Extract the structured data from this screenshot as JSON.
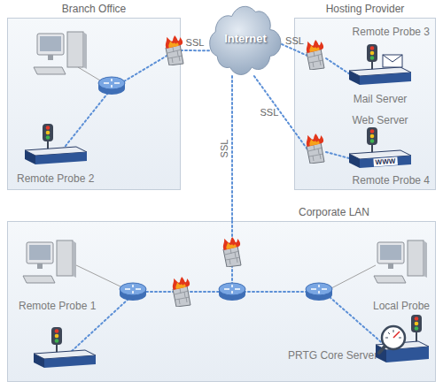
{
  "diagram": {
    "nodes": [
      {
        "text": [
          "Branch Office"
        ]
      },
      {
        "text": [
          "Remote Probe 2"
        ],
        "in": 0
      },
      {
        "text": [
          "Internet"
        ]
      },
      {
        "text": [
          "Hosting Provider"
        ]
      },
      {
        "text": [
          "Remote Probe 3",
          "Mail Server"
        ],
        "in": 3
      },
      {
        "text": [
          "Web Server",
          "Remote Probe 4"
        ],
        "in": 3
      },
      {
        "text": [
          "Corporate LAN"
        ]
      },
      {
        "text": [
          "Remote Probe 1"
        ],
        "in": 6
      },
      {
        "text": [
          "Local Probe",
          "PRTG Core Server"
        ],
        "in": 6
      }
    ],
    "edges": [
      {
        "from": 0,
        "to": 2,
        "label": "SSL",
        "arrow": "none"
      },
      {
        "from": 2,
        "to": 4,
        "label": "SSL",
        "arrow": "none"
      },
      {
        "from": 2,
        "to": 5,
        "label": "SSL",
        "arrow": "none"
      },
      {
        "from": 2,
        "to": 6,
        "label": "SSL",
        "arrow": "none"
      }
    ],
    "labels": [
      "WWW"
    ]
  }
}
